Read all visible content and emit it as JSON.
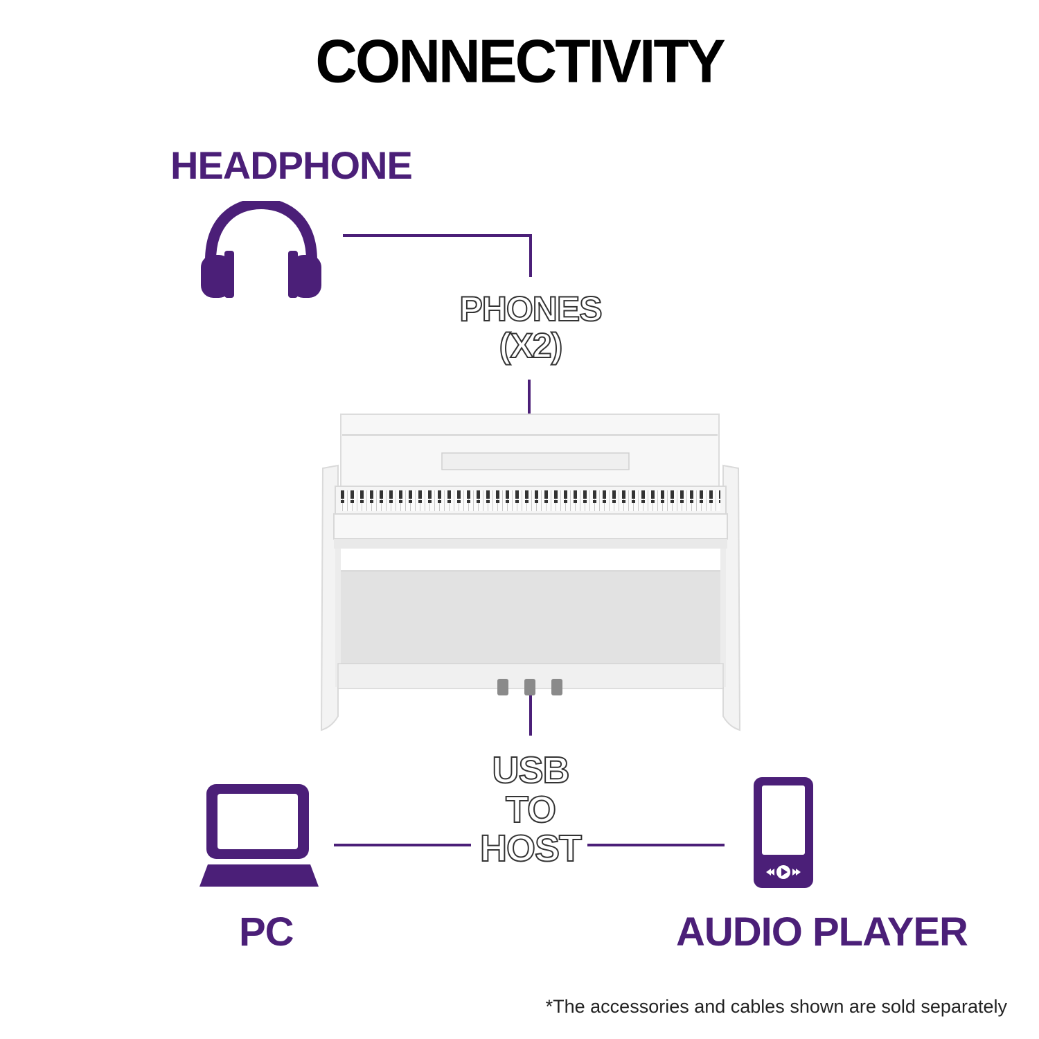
{
  "title": "CONNECTIVITY",
  "labels": {
    "headphone": "HEADPHONE",
    "pc": "PC",
    "audio_player": "AUDIO PLAYER"
  },
  "ports": {
    "phones_line1": "PHONES",
    "phones_line2": "(X2)",
    "usb_line1": "USB",
    "usb_line2": "TO",
    "usb_line3": "HOST"
  },
  "footnote": "*The accessories and cables shown are sold separately",
  "colors": {
    "accent": "#4b1f78",
    "title": "#000000",
    "piano": "#f2f2f2"
  },
  "icons": {
    "headphone": "headphone-icon",
    "pc": "laptop-icon",
    "audio_player": "audio-player-icon",
    "product": "digital-piano-image"
  }
}
